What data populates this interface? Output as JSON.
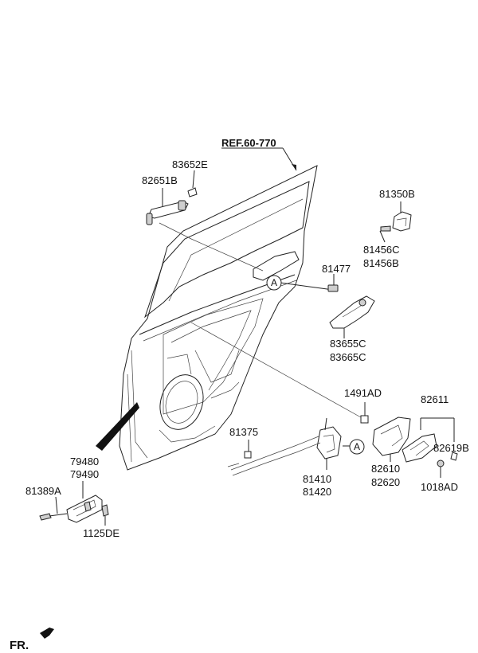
{
  "diagram": {
    "reference": "REF.60-770",
    "direction_label": "FR.",
    "callout_letter": "A",
    "labels": {
      "p83652E": "83652E",
      "p82651B": "82651B",
      "p81350B": "81350B",
      "p81456C": "81456C",
      "p81456B": "81456B",
      "p81477": "81477",
      "p83655C": "83655C",
      "p83665C": "83665C",
      "p1491AD": "1491AD",
      "p82611": "82611",
      "p81375": "81375",
      "p82619B": "82619B",
      "p82610": "82610",
      "p82620": "82620",
      "p1018AD": "1018AD",
      "p81410": "81410",
      "p81420": "81420",
      "p79480": "79480",
      "p79490": "79490",
      "p81389A": "81389A",
      "p1125DE": "1125DE"
    }
  }
}
